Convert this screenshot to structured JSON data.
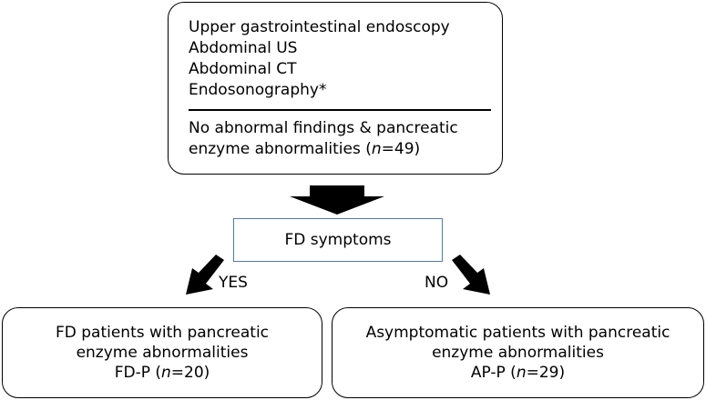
{
  "top_box": {
    "methods": [
      "Upper gastrointestinal endoscopy",
      "Abdominal US",
      "Abdominal CT",
      "Endosonography*"
    ],
    "finding_line1": "No abnormal findings & pancreatic",
    "finding_line2_prefix": "enzyme abnormalities (",
    "n_symbol": "n",
    "finding_count": "=49)"
  },
  "symptoms_box": {
    "label": "FD symptoms"
  },
  "branches": {
    "yes_label": "YES",
    "no_label": "NO"
  },
  "left_box": {
    "line1": "FD patients with pancreatic",
    "line2": "enzyme abnormalities",
    "line3_prefix": "FD-P (",
    "n_symbol": "n",
    "count": "=20)"
  },
  "right_box": {
    "line1": "Asymptomatic patients with pancreatic",
    "line2": "enzyme abnormalities",
    "line3_prefix": "AP-P (",
    "n_symbol": "n",
    "count": "=29)"
  },
  "colors": {
    "symptoms_border": "#4f7ab5",
    "arrows": "#000000"
  }
}
